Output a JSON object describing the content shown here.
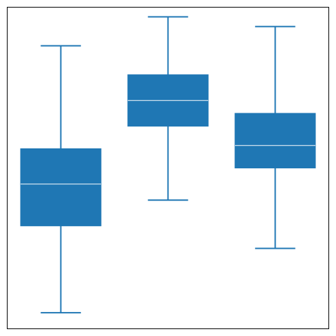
{
  "chart_data": {
    "type": "box",
    "title": "",
    "xlabel": "",
    "ylabel": "",
    "grid": false,
    "legend": "none",
    "ticks_visible": false,
    "ylim": [
      0,
      1
    ],
    "colors": {
      "box_fill": "#1f77b4",
      "whisker": "#1f77b4",
      "median": "#ffffff",
      "frame": "#000000",
      "background": "#ffffff"
    },
    "boxes": [
      {
        "whisker_low": 0.05,
        "q1": 0.32,
        "median": 0.45,
        "q3": 0.56,
        "whisker_high": 0.88
      },
      {
        "whisker_low": 0.4,
        "q1": 0.63,
        "median": 0.71,
        "q3": 0.79,
        "whisker_high": 0.97
      },
      {
        "whisker_low": 0.25,
        "q1": 0.5,
        "median": 0.57,
        "q3": 0.67,
        "whisker_high": 0.94
      }
    ]
  }
}
